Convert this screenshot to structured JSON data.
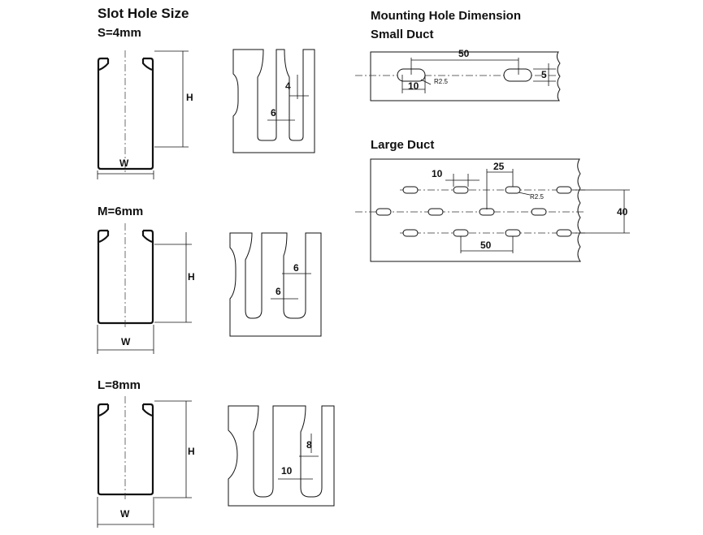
{
  "left": {
    "title": "Slot Hole Size",
    "sizes": [
      {
        "label": "S=4mm",
        "h_label": "H",
        "w_label": "W",
        "slot_width": "4",
        "pitch": "6"
      },
      {
        "label": "M=6mm",
        "h_label": "H",
        "w_label": "W",
        "slot_width": "6",
        "pitch": "6"
      },
      {
        "label": "L=8mm",
        "h_label": "H",
        "w_label": "W",
        "slot_width": "8",
        "pitch": "10"
      }
    ]
  },
  "right": {
    "title": "Mounting Hole Dimension",
    "small": {
      "title": "Small Duct",
      "spacing": "50",
      "length": "10",
      "radius": "R2.5",
      "width": "5"
    },
    "large": {
      "title": "Large Duct",
      "length": "10",
      "offset": "25",
      "radius": "R2.5",
      "row_spacing": "40",
      "spacing": "50"
    }
  }
}
